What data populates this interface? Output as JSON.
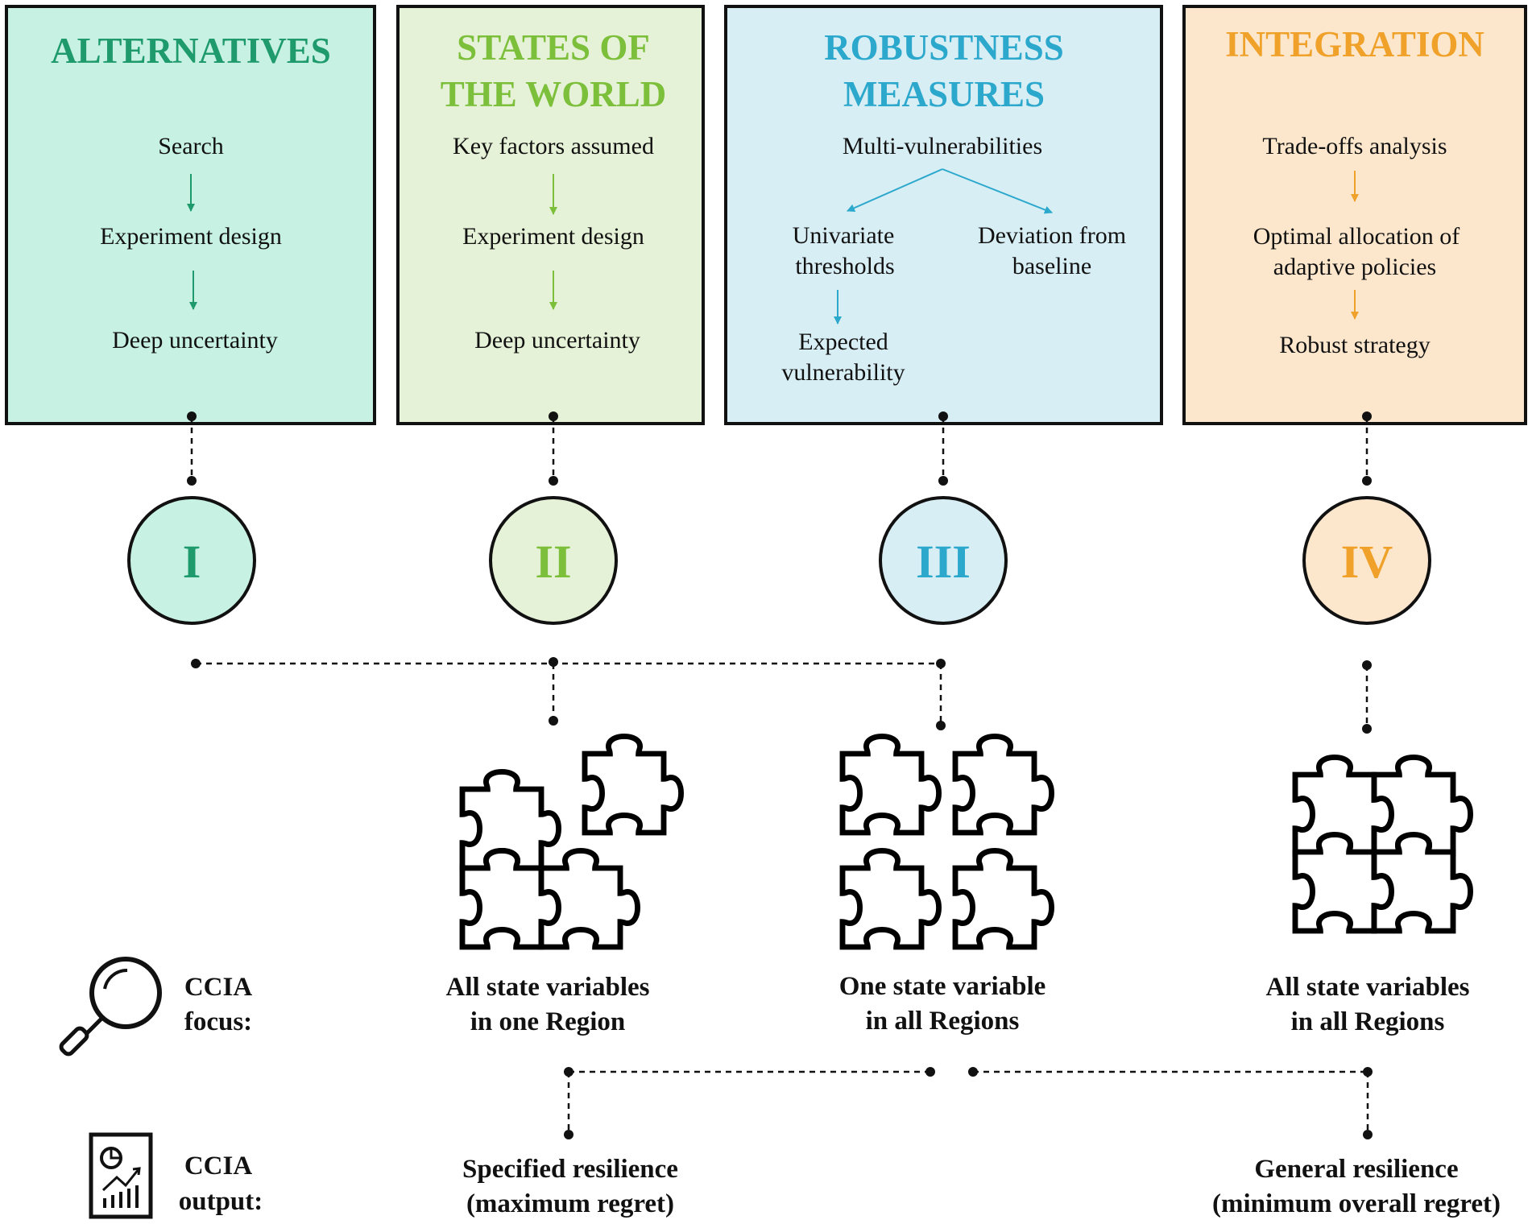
{
  "colors": {
    "alternatives_bg": "#c7f2e3",
    "alternatives_accent": "#1f9a6d",
    "states_bg": "#e6f2d7",
    "states_accent": "#7cbf3a",
    "robustness_bg": "#d8eef5",
    "robustness_accent": "#2ba8cc",
    "integration_bg": "#fce7cd",
    "integration_accent": "#f0a12a"
  },
  "boxes": {
    "alternatives": {
      "title": [
        "ALTERNATIVES"
      ],
      "items": [
        "Search",
        "Experiment design",
        "Deep uncertainty"
      ],
      "numeral": "I"
    },
    "states": {
      "title": [
        "STATES OF",
        "THE WORLD"
      ],
      "items": [
        "Key factors assumed",
        "Experiment design",
        "Deep uncertainty"
      ],
      "numeral": "II"
    },
    "robustness": {
      "title": [
        "ROBUSTNESS",
        "MEASURES"
      ],
      "top_item": "Multi-vulnerabilities",
      "left_branch": [
        "Univariate",
        "thresholds"
      ],
      "right_branch": [
        "Deviation from",
        "baseline"
      ],
      "left_sub": [
        "Expected",
        "vulnerability"
      ],
      "numeral": "III"
    },
    "integration": {
      "title": [
        "INTEGRATION"
      ],
      "items": [
        "Trade-offs analysis",
        "Optimal allocation of",
        "adaptive policies",
        "Robust strategy"
      ],
      "numeral": "IV"
    }
  },
  "focus": {
    "label": [
      "CCIA",
      "focus:"
    ],
    "icon": "magnifier-icon",
    "items": [
      [
        "All state variables",
        "in one Region"
      ],
      [
        "One state variable",
        "in all Regions"
      ],
      [
        "All state variables",
        "in all Regions"
      ]
    ]
  },
  "output": {
    "label": [
      "CCIA",
      "output:"
    ],
    "icon": "report-chart-icon",
    "items": [
      [
        "Specified resilience",
        "(maximum regret)"
      ],
      [
        "General resilience",
        "(minimum overall regret)"
      ]
    ]
  }
}
